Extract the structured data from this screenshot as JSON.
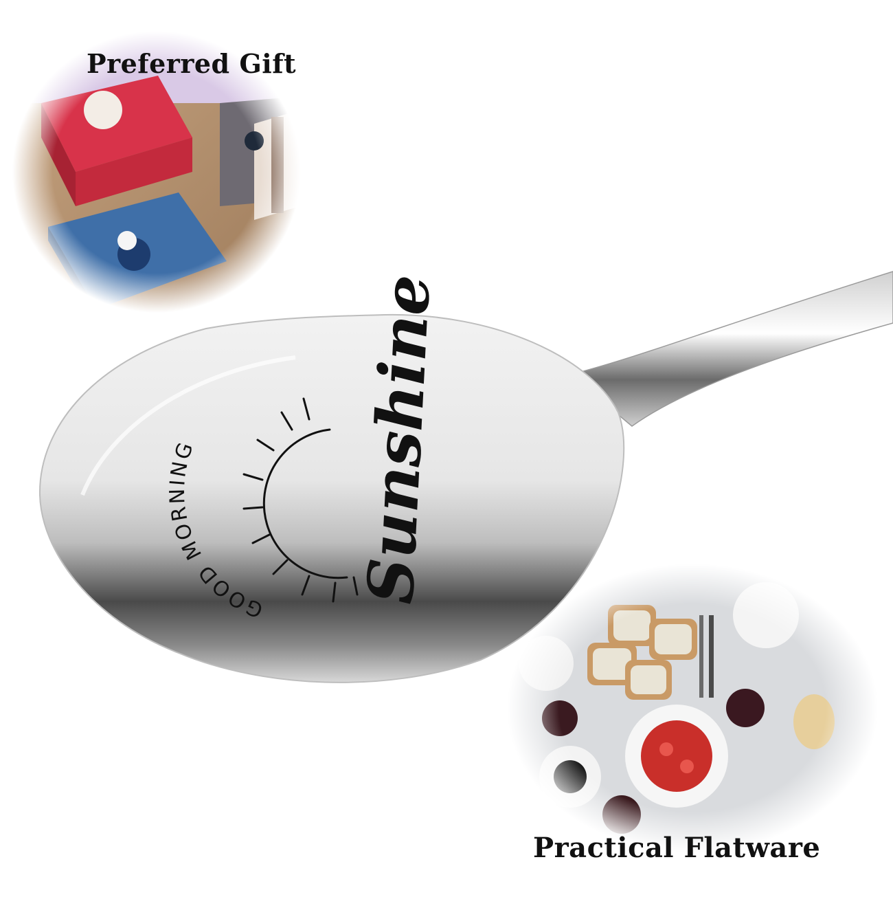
{
  "captions": {
    "top_left": "Preferred Gift",
    "bottom_right": "Practical Flatware"
  },
  "engraving": {
    "arc_text": "GOOD MORNING",
    "script_text": "Sunshine"
  },
  "colors": {
    "background": "#ffffff",
    "steel_light": "#eeeeee",
    "steel_dark": "#3a3a3a",
    "engraving_ink": "#111111"
  },
  "icons": {
    "gift_photo": "gift-boxes-photo",
    "breakfast_photo": "breakfast-table-photo",
    "spoon": "engraved-spoon",
    "sun": "half-sun-icon"
  }
}
